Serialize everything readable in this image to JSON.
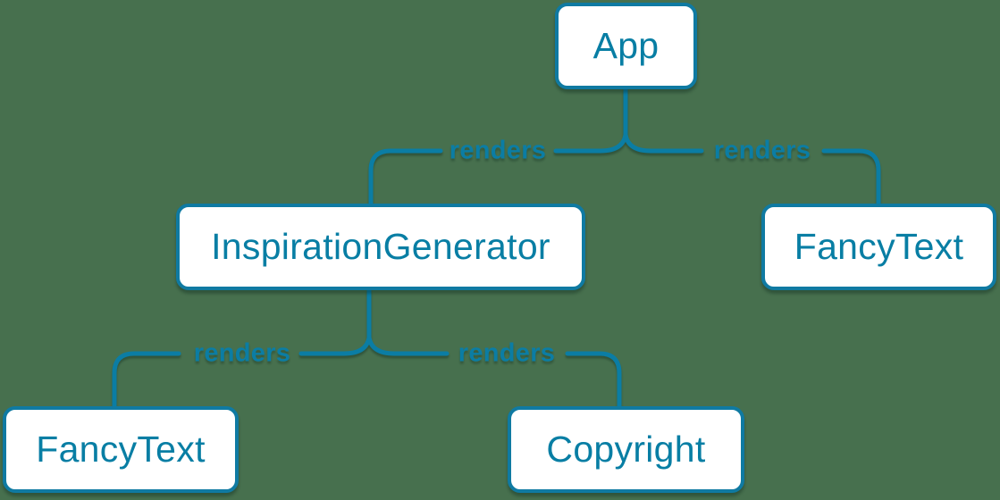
{
  "diagram": {
    "title": "component-render-tree",
    "colors": {
      "background": "#47704E",
      "accent_blue": "#087ea4",
      "node_fill": "#ffffff"
    },
    "nodes": [
      {
        "id": "app",
        "label": "App"
      },
      {
        "id": "inspiration-generator",
        "label": "InspirationGenerator"
      },
      {
        "id": "fancy-text-top",
        "label": "FancyText"
      },
      {
        "id": "fancy-text-bottom",
        "label": "FancyText"
      },
      {
        "id": "copyright",
        "label": "Copyright"
      }
    ],
    "edges": [
      {
        "from": "App",
        "to": "InspirationGenerator",
        "label": "renders"
      },
      {
        "from": "App",
        "to": "FancyText",
        "label": "renders"
      },
      {
        "from": "InspirationGenerator",
        "to": "FancyText",
        "label": "renders"
      },
      {
        "from": "InspirationGenerator",
        "to": "Copyright",
        "label": "renders"
      }
    ]
  }
}
